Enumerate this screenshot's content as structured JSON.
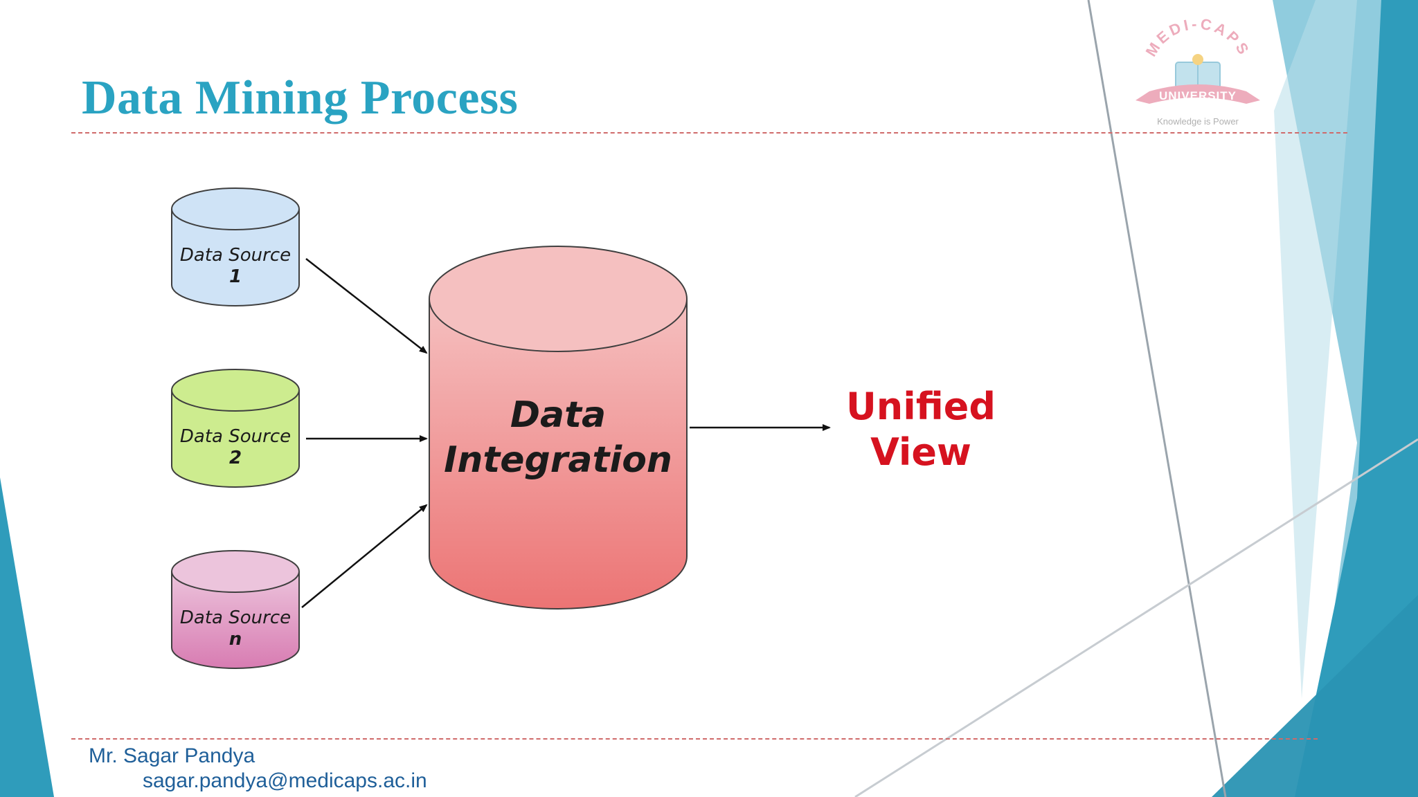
{
  "slide": {
    "title": "Data Mining Process",
    "author": "Mr. Sagar Pandya",
    "email": "sagar.pandya@medicaps.ac.in"
  },
  "logo": {
    "arc_text": "MEDI-CAPS",
    "ribbon_text": "UNIVERSITY",
    "motto": "Knowledge is Power"
  },
  "diagram": {
    "sources": [
      {
        "line1": "Data Source",
        "line2": "1",
        "color": "#cfe3f6"
      },
      {
        "line1": "Data Source",
        "line2": "2",
        "color": "#cdec8f"
      },
      {
        "line1": "Data Source",
        "line2": "n",
        "color": "#e3a4c6"
      }
    ],
    "integration": {
      "line1": "Data",
      "line2": "Integration",
      "color": "#f08f8f"
    },
    "output": {
      "line1": "Unified",
      "line2": "View",
      "color": "#d6121f"
    }
  },
  "theme": {
    "accent": "#2aa3c2",
    "dark_accent": "#2f9cbb",
    "rule": "#cf6a6a",
    "footer_text": "#1f5f99"
  }
}
